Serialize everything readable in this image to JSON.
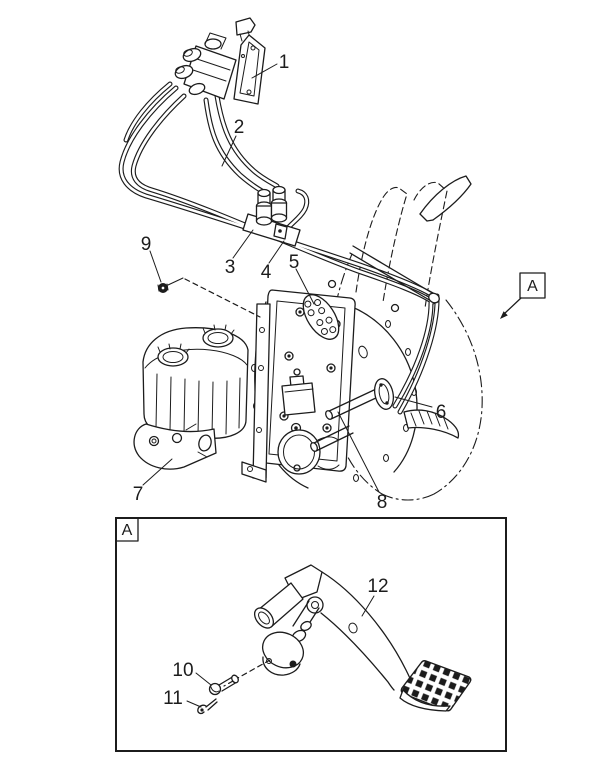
{
  "figure": {
    "background_color": "#ffffff",
    "line_color": "#1c1c1c",
    "callouts": [
      {
        "label": "1"
      },
      {
        "label": "2"
      },
      {
        "label": "3"
      },
      {
        "label": "4"
      },
      {
        "label": "5"
      },
      {
        "label": "6"
      },
      {
        "label": "7"
      },
      {
        "label": "8"
      },
      {
        "label": "9"
      },
      {
        "label": "10"
      },
      {
        "label": "11"
      },
      {
        "label": "12"
      }
    ],
    "view_reference": {
      "label": "A"
    },
    "detail_view": {
      "label": "A"
    }
  }
}
